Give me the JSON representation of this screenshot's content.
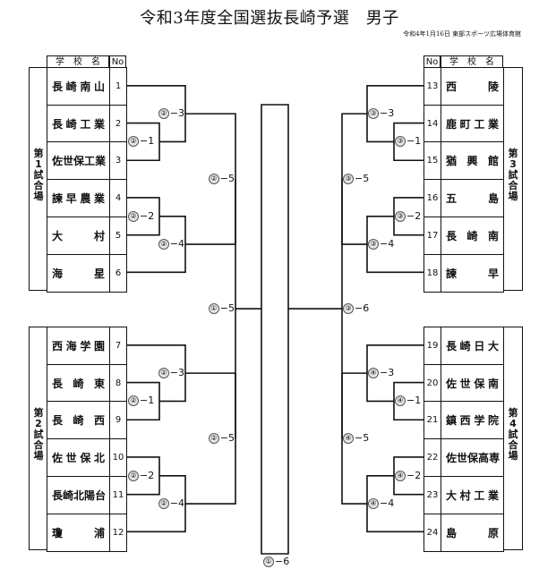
{
  "header": {
    "title": "令和3年度全国選抜長崎予選　男子",
    "subtitle": "令和4年1月16日 東部スポーツ広場体育館"
  },
  "table_headers": {
    "school": "学　校　名",
    "no": "No"
  },
  "venues": [
    {
      "label": [
        "第",
        "1",
        "試",
        "合",
        "場"
      ]
    },
    {
      "label": [
        "第",
        "2",
        "試",
        "合",
        "場"
      ]
    },
    {
      "label": [
        "第",
        "3",
        "試",
        "合",
        "場"
      ]
    },
    {
      "label": [
        "第",
        "4",
        "試",
        "合",
        "場"
      ]
    }
  ],
  "teams": [
    {
      "no": "1",
      "name": [
        "長",
        "崎",
        "南",
        "山"
      ]
    },
    {
      "no": "2",
      "name": [
        "長",
        "崎",
        "工",
        "業"
      ]
    },
    {
      "no": "3",
      "name": [
        "佐",
        "世",
        "保",
        "工",
        "業"
      ]
    },
    {
      "no": "4",
      "name": [
        "諫",
        "早",
        "農",
        "業"
      ]
    },
    {
      "no": "5",
      "name": [
        "大",
        "村"
      ]
    },
    {
      "no": "6",
      "name": [
        "海",
        "星"
      ]
    },
    {
      "no": "7",
      "name": [
        "西",
        "海",
        "学",
        "園"
      ]
    },
    {
      "no": "8",
      "name": [
        "長",
        "崎",
        "東"
      ]
    },
    {
      "no": "9",
      "name": [
        "長",
        "崎",
        "西"
      ]
    },
    {
      "no": "10",
      "name": [
        "佐",
        "世",
        "保",
        "北"
      ]
    },
    {
      "no": "11",
      "name": [
        "長",
        "崎",
        "北",
        "陽",
        "台"
      ]
    },
    {
      "no": "12",
      "name": [
        "瓊",
        "浦"
      ]
    },
    {
      "no": "13",
      "name": [
        "西",
        "陵"
      ]
    },
    {
      "no": "14",
      "name": [
        "鹿",
        "町",
        "工",
        "業"
      ]
    },
    {
      "no": "15",
      "name": [
        "猶",
        "興",
        "館"
      ]
    },
    {
      "no": "16",
      "name": [
        "五",
        "島"
      ]
    },
    {
      "no": "17",
      "name": [
        "長",
        "崎",
        "南"
      ]
    },
    {
      "no": "18",
      "name": [
        "諫",
        "早"
      ]
    },
    {
      "no": "19",
      "name": [
        "長",
        "崎",
        "日",
        "大"
      ]
    },
    {
      "no": "20",
      "name": [
        "佐",
        "世",
        "保",
        "南"
      ]
    },
    {
      "no": "21",
      "name": [
        "鎮",
        "西",
        "学",
        "院"
      ]
    },
    {
      "no": "22",
      "name": [
        "佐",
        "世",
        "保",
        "高",
        "専"
      ]
    },
    {
      "no": "23",
      "name": [
        "大",
        "村",
        "工",
        "業"
      ]
    },
    {
      "no": "24",
      "name": [
        "島",
        "原"
      ]
    }
  ],
  "matches": [
    {
      "id": "m-2-3a",
      "court": "②",
      "num": "3"
    },
    {
      "id": "m-2-1a",
      "court": "②",
      "num": "1"
    },
    {
      "id": "m-2-5a",
      "court": "②",
      "num": "5"
    },
    {
      "id": "m-2-2a",
      "court": "②",
      "num": "2"
    },
    {
      "id": "m-2-4a",
      "court": "②",
      "num": "4"
    },
    {
      "id": "m-2-3b",
      "court": "②",
      "num": "3"
    },
    {
      "id": "m-2-1b",
      "court": "②",
      "num": "1"
    },
    {
      "id": "m-2-5b",
      "court": "②",
      "num": "5"
    },
    {
      "id": "m-2-2b",
      "court": "②",
      "num": "2"
    },
    {
      "id": "m-2-4b",
      "court": "②",
      "num": "4"
    },
    {
      "id": "m-1-5",
      "court": "①",
      "num": "5"
    },
    {
      "id": "m-3-3",
      "court": "③",
      "num": "3"
    },
    {
      "id": "m-3-1",
      "court": "③",
      "num": "1"
    },
    {
      "id": "m-3-5",
      "court": "③",
      "num": "5"
    },
    {
      "id": "m-3-2",
      "court": "③",
      "num": "2"
    },
    {
      "id": "m-3-4",
      "court": "③",
      "num": "4"
    },
    {
      "id": "m-3-6",
      "court": "③",
      "num": "6"
    },
    {
      "id": "m-4-3",
      "court": "④",
      "num": "3"
    },
    {
      "id": "m-4-1",
      "court": "④",
      "num": "1"
    },
    {
      "id": "m-4-5",
      "court": "④",
      "num": "5"
    },
    {
      "id": "m-4-2",
      "court": "④",
      "num": "2"
    },
    {
      "id": "m-4-4",
      "court": "④",
      "num": "4"
    },
    {
      "id": "m-1-6",
      "court": "①",
      "num": "6"
    }
  ]
}
